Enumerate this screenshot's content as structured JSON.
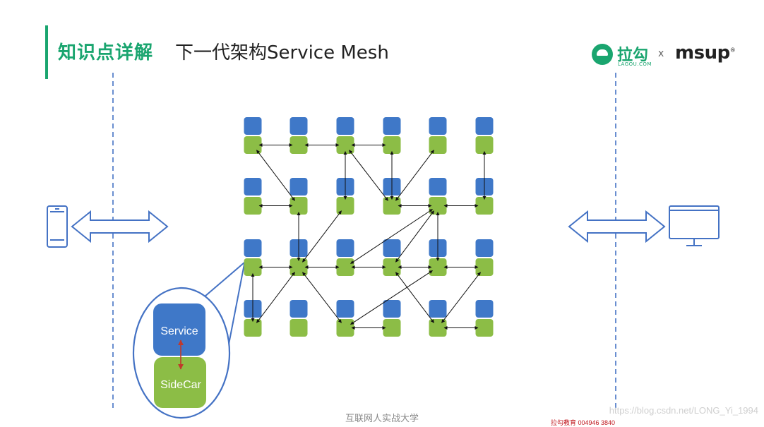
{
  "header": {
    "section_title": "知识点详解",
    "main_title": "下一代架构Service Mesh"
  },
  "logos": {
    "lagou_cn": "拉勾",
    "lagou_en": "LAGOU.COM",
    "separator": "x",
    "msup": "msup",
    "msup_reg": "®"
  },
  "zoom": {
    "service_label": "Service",
    "sidecar_label": "SideCar"
  },
  "footer": {
    "text": "互联网人实战大学"
  },
  "watermark": {
    "text": "https://blog.csdn.net/LONG_Yi_1994",
    "stamp": "拉勾教育 004946 3840"
  },
  "colors": {
    "accent": "#1aa56f",
    "service_blue": "#3f78c8",
    "sidecar_green": "#8cbd46",
    "outline_blue": "#4472c4",
    "red_arrow": "#c0392b"
  },
  "icons": {
    "left": "phone-icon",
    "right": "monitor-icon"
  }
}
